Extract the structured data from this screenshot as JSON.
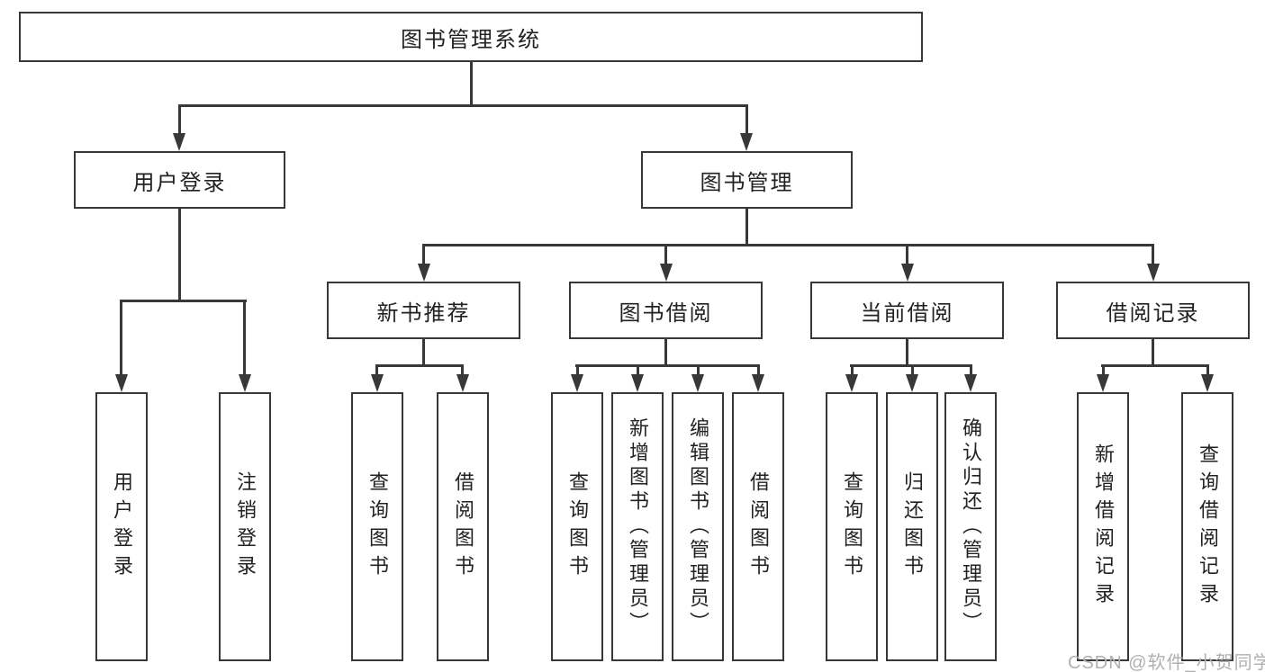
{
  "nodes": {
    "root": "图书管理系统",
    "user_login": "用户登录",
    "book_management": "图书管理",
    "new_book_recommend": "新书推荐",
    "book_borrow": "图书借阅",
    "current_borrow": "当前借阅",
    "borrow_records": "借阅记录",
    "leaf_user_login": "用户登录",
    "leaf_logout": "注销登录",
    "leaf_query_book_1": "查询图书",
    "leaf_borrow_book_1": "借阅图书",
    "leaf_query_book_2": "查询图书",
    "leaf_add_book": "新增图书（管理员）",
    "leaf_edit_book": "编辑图书（管理员）",
    "leaf_borrow_book_2": "借阅图书",
    "leaf_query_book_3": "查询图书",
    "leaf_return_book": "归还图书",
    "leaf_confirm_return": "确认归还（管理员）",
    "leaf_add_borrow_record": "新增借阅记录",
    "leaf_query_borrow_record": "查询借阅记录"
  },
  "watermark": "CSDN @软件_小贺同学",
  "colors": {
    "line": "#383838",
    "text": "#222222",
    "watermark": "#b0b0b0",
    "background": "#ffffff"
  }
}
